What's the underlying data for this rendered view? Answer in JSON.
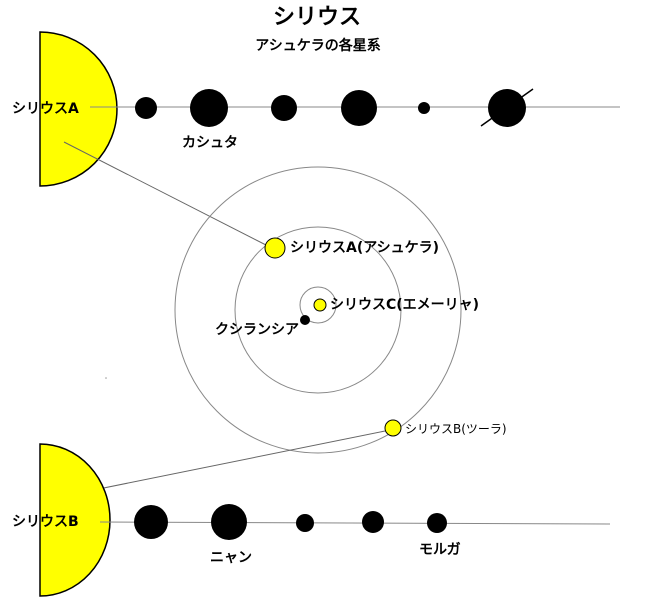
{
  "title": "シリウス",
  "subtitle": "アシュケラの各星系",
  "labels": {
    "sirius_a": "シリウスA",
    "sirius_b": "シリウスB",
    "kashuta": "カシュタ",
    "sirius_a_ashukera": "シリウスA(アシュケラ)",
    "sirius_c": "シリウスC(エメーリャ)",
    "kushiranshia": "クシランシア",
    "sirius_b_tsura": "シリウスB(ツーラ)",
    "nyan": "ニャン",
    "moruga": "モルガ"
  },
  "colors": {
    "star": "#ffff00",
    "planet": "#000000",
    "orbit": "#777777",
    "line": "#555555"
  }
}
